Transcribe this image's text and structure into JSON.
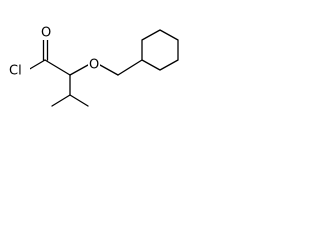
{
  "molecule": {
    "atoms": {
      "chlorine": "Cl",
      "carbonyl_oxygen": "O",
      "ether_oxygen": "O"
    },
    "colors": {
      "bond": "#000000",
      "label": "#000000",
      "background": "#ffffff"
    }
  }
}
